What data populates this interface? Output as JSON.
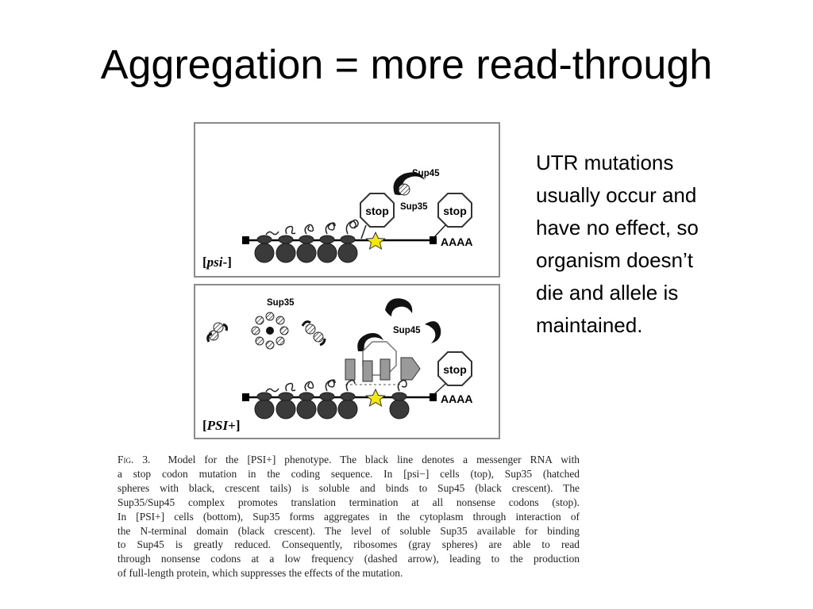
{
  "slide": {
    "title": "Aggregation = more read-through",
    "side_text": "UTR mutations\nusually occur and\nhave no effect, so\norganism doesn’t\ndie and allele is\nmaintained."
  },
  "figure": {
    "top_panel": {
      "label_main": "psi",
      "label_suffix": "-",
      "sup45": "Sup45",
      "sup35": "Sup35",
      "stop1": "stop",
      "stop2": "stop",
      "polya": "AAAA"
    },
    "bottom_panel": {
      "label_main": "PSI",
      "label_suffix": "+",
      "sup35": "Sup35",
      "sup45": "Sup45",
      "stop": "stop",
      "polya": "AAAA"
    },
    "colors": {
      "star": "#f4e800",
      "ribosome": "#3a3a3a",
      "box": "#9a9a9a"
    }
  },
  "caption": {
    "fig_label": "Fig. 3.",
    "lines": [
      "Model for the [PSI+] phenotype. The black line denotes a messenger RNA with",
      "a stop codon mutation in the coding sequence. In [psi−] cells (top), Sup35 (hatched",
      "spheres with black, crescent tails) is soluble and binds to Sup45 (black crescent). The",
      "Sup35/Sup45 complex promotes translation termination at all nonsense codons (stop).",
      "In [PSI+] cells (bottom), Sup35 forms aggregates in the cytoplasm through interaction of",
      "the N-terminal domain (black crescent). The level of soluble Sup35 available for binding",
      "to Sup45 is greatly reduced. Consequently, ribosomes (gray spheres) are able to read",
      "through nonsense codons at a low frequency (dashed arrow), leading to the production",
      "of full-length protein, which suppresses the effects of the mutation."
    ]
  }
}
